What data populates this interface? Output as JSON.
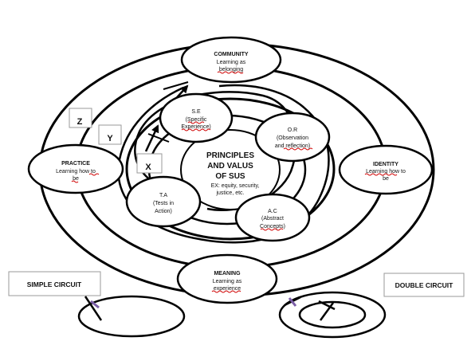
{
  "center": {
    "title_lines": [
      "PRINCIPLES",
      "AND VALUS",
      "OF SUS"
    ],
    "note_lines": [
      "EX: equity, security,",
      "justice, etc."
    ]
  },
  "community": {
    "title": "COMMUNITY",
    "lines": [
      "Learning as",
      "belonging"
    ]
  },
  "practice": {
    "title": "PRACTICE",
    "lines": [
      "Learning how to",
      "be"
    ]
  },
  "identity": {
    "title": "IDENTITY",
    "lines": [
      "Learning how to",
      "be"
    ]
  },
  "meaning": {
    "title": "MEANING",
    "lines": [
      "Learning as",
      "experience"
    ]
  },
  "se": {
    "title": "S.E",
    "lines": [
      "(Specific",
      "Experience)"
    ]
  },
  "or": {
    "title": "O.R",
    "lines": [
      "(Observation",
      "and reflection)"
    ]
  },
  "ta": {
    "title": "T.A",
    "lines": [
      "(Tests in",
      "Action)"
    ]
  },
  "ac": {
    "title": "A.C",
    "lines": [
      "(Abstract",
      "Concepts)"
    ]
  },
  "markers": {
    "z": "Z",
    "y": "Y",
    "x": "X"
  },
  "legend": {
    "simple": "SIMPLE CIRCUIT",
    "double": "DOUBLE CIRCUIT"
  },
  "colors": {
    "stroke": "#000000",
    "spellcheck": "#d00000",
    "pen_accent": "#7b5ea7"
  }
}
